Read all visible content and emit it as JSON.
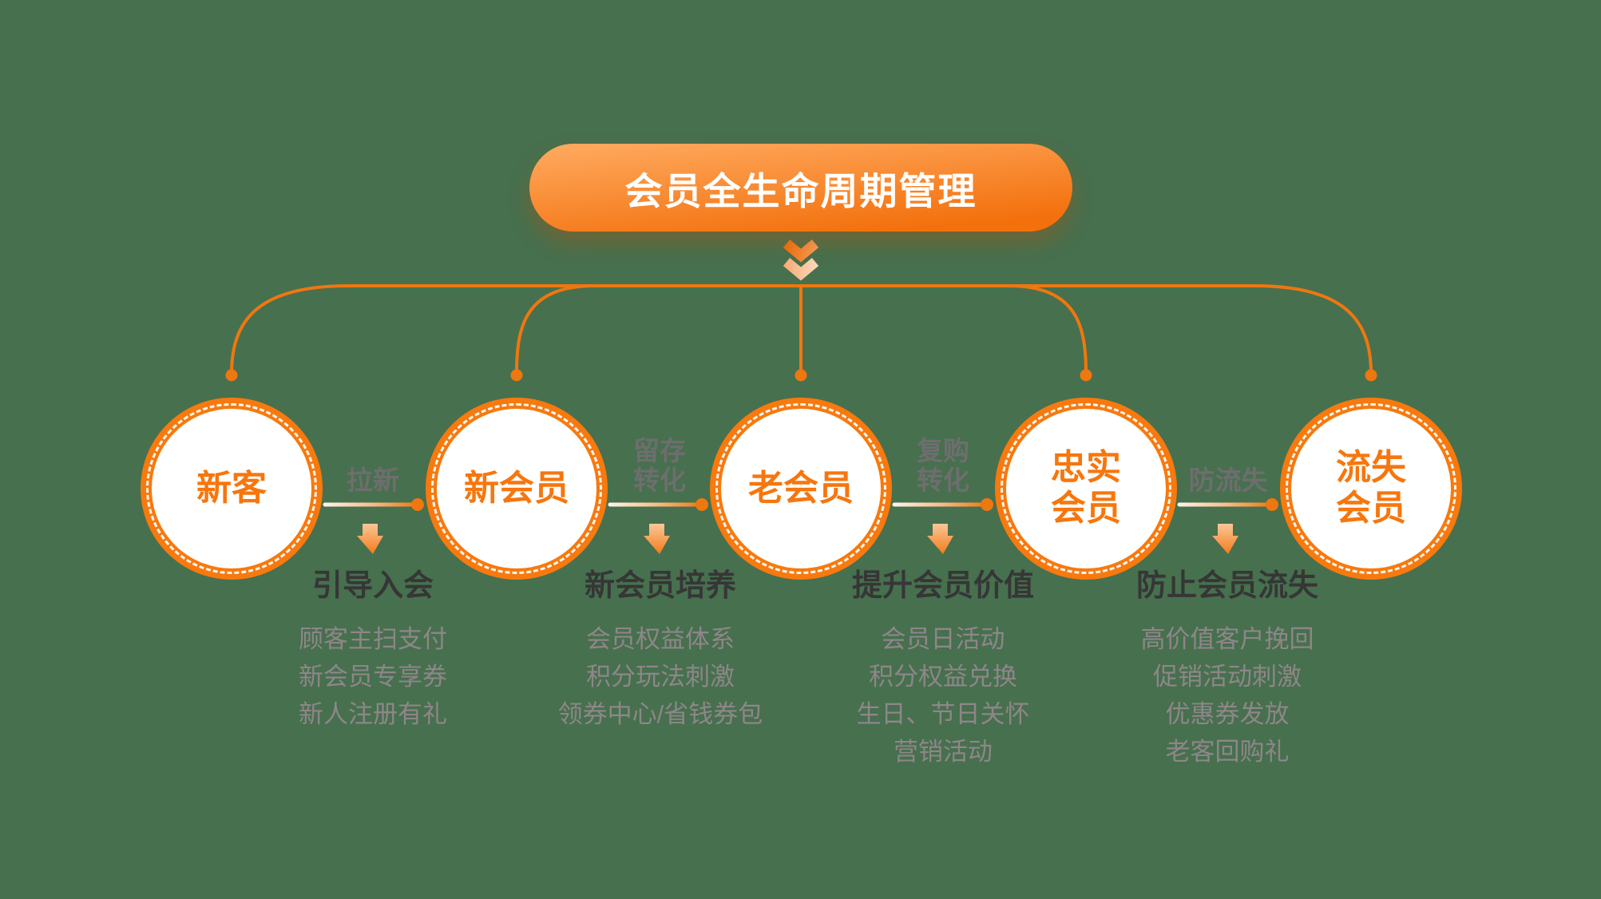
{
  "colors": {
    "bg": "#47704E",
    "line": "#EF770F",
    "ring": "#F8790E",
    "banner-from": "#FFAB61",
    "banner-to": "#F3700C",
    "banner-text": "#FFFFFF",
    "circle-text": "#F7760D",
    "stage-label": "#6E6E6E",
    "heading": "#363636",
    "item": "#8E8689",
    "conn-start": "#FDF3E8",
    "conn-mid": "#F6BE8C",
    "conn-end": "#F0770F",
    "arrow-from": "#FBD2AB",
    "arrow-to": "#F3740D",
    "chev-top-from": "#EF6F0C",
    "chev-top-to": "#F99F5C",
    "chev-bot-from": "#F8AC76",
    "chev-bot-to": "#FCD8BB"
  },
  "title": {
    "text": "会员全生命周期管理"
  },
  "circles": [
    {
      "label": "新客"
    },
    {
      "label": "新会员"
    },
    {
      "label": "老会员"
    },
    {
      "label": "忠实\n会员"
    },
    {
      "label": "流失\n会员"
    }
  ],
  "stages": [
    {
      "transition": "拉新",
      "heading": "引导入会",
      "items": [
        "顾客主扫支付",
        "新会员专享券",
        "新人注册有礼"
      ]
    },
    {
      "transition": "留存\n转化",
      "heading": "新会员培养",
      "items": [
        "会员权益体系",
        "积分玩法刺激",
        "领券中心/省钱券包"
      ]
    },
    {
      "transition": "复购\n转化",
      "heading": "提升会员价值",
      "items": [
        "会员日活动",
        "积分权益兑换",
        "生日、节日关怀",
        "营销活动"
      ]
    },
    {
      "transition": "防流失",
      "heading": "防止会员流失",
      "items": [
        "高价值客户挽回",
        "促销活动刺激",
        "优惠券发放",
        "老客回购礼"
      ]
    }
  ]
}
